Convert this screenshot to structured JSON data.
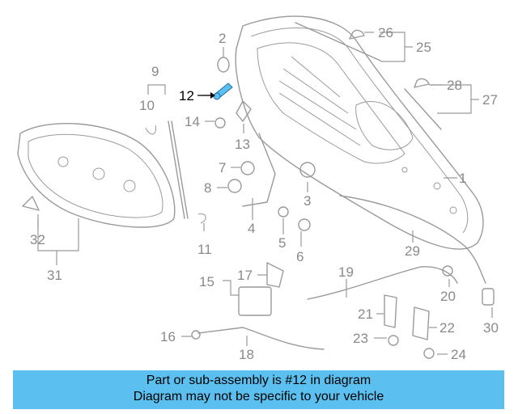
{
  "labels": {
    "l1": "1",
    "l2": "2",
    "l3": "3",
    "l4": "4",
    "l5": "5",
    "l6": "6",
    "l7": "7",
    "l8": "8",
    "l9": "9",
    "l10": "10",
    "l11": "11",
    "l12": "12",
    "l13": "13",
    "l14": "14",
    "l15": "15",
    "l16": "16",
    "l17": "17",
    "l18": "18",
    "l19": "19",
    "l20": "20",
    "l21": "21",
    "l22": "22",
    "l23": "23",
    "l24": "24",
    "l25": "25",
    "l26": "26",
    "l27": "27",
    "l28": "28",
    "l29": "29",
    "l30": "30",
    "l31": "31",
    "l32": "32"
  },
  "highlight": {
    "part_number": "12",
    "color": "#5bc0f0"
  },
  "banner": {
    "line1": "Part or sub-assembly is #12 in diagram",
    "line2": "Diagram may not be specific to your vehicle",
    "color": "#5bc0f0"
  }
}
